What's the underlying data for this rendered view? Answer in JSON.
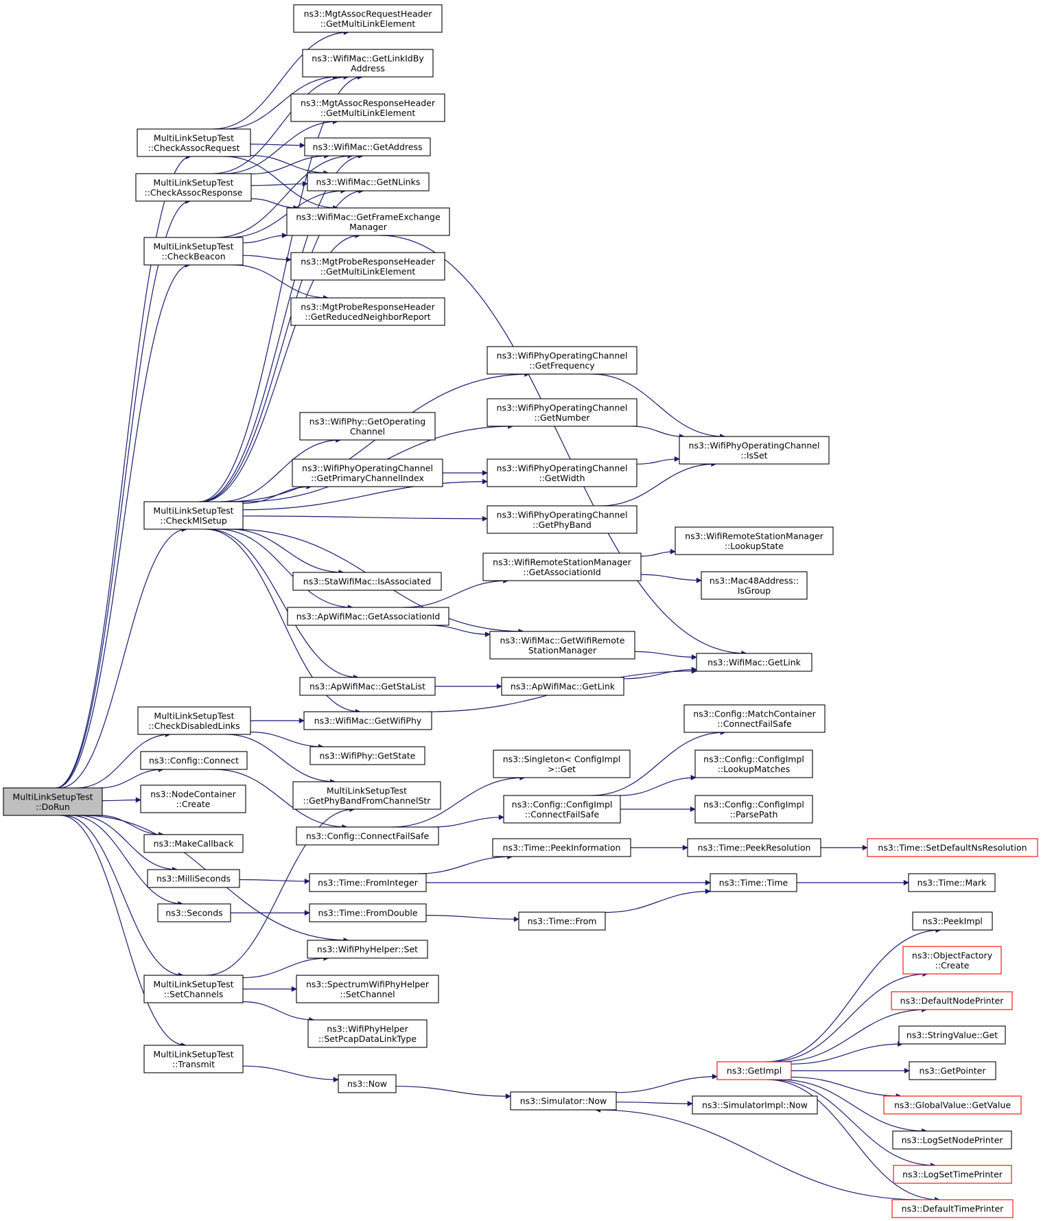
{
  "colors": {
    "edge": "#191970",
    "root_fill": "#bfbfbf",
    "truncated_border": "#ff0000"
  },
  "nodes": [
    {
      "id": "dorun",
      "lines": [
        "MultiLinkSetupTest",
        "::DoRun"
      ],
      "style": "root"
    },
    {
      "id": "mgtreq_ml",
      "lines": [
        "ns3::MgtAssocRequestHeader",
        "::GetMultiLinkElement"
      ]
    },
    {
      "id": "getlinkid",
      "lines": [
        "ns3::WifiMac::GetLinkIdBy",
        "Address"
      ]
    },
    {
      "id": "mgtresp_ml",
      "lines": [
        "ns3::MgtAssocResponseHeader",
        "::GetMultiLinkElement"
      ]
    },
    {
      "id": "getaddr",
      "lines": [
        "ns3::WifiMac::GetAddress"
      ]
    },
    {
      "id": "getnlinks",
      "lines": [
        "ns3::WifiMac::GetNLinks"
      ]
    },
    {
      "id": "getfem",
      "lines": [
        "ns3::WifiMac::GetFrameExchange",
        "Manager"
      ]
    },
    {
      "id": "mgtprobe_ml",
      "lines": [
        "ns3::MgtProbeResponseHeader",
        "::GetMultiLinkElement"
      ]
    },
    {
      "id": "mgtprobe_rnr",
      "lines": [
        "ns3::MgtProbeResponseHeader",
        "::GetReducedNeighborReport"
      ]
    },
    {
      "id": "chkreq",
      "lines": [
        "MultiLinkSetupTest",
        "::CheckAssocRequest"
      ]
    },
    {
      "id": "chkresp",
      "lines": [
        "MultiLinkSetupTest",
        "::CheckAssocResponse"
      ]
    },
    {
      "id": "chkbeacon",
      "lines": [
        "MultiLinkSetupTest",
        "::CheckBeacon"
      ]
    },
    {
      "id": "oc_freq",
      "lines": [
        "ns3::WifiPhyOperatingChannel",
        "::GetFrequency"
      ]
    },
    {
      "id": "oc_num",
      "lines": [
        "ns3::WifiPhyOperatingChannel",
        "::GetNumber"
      ]
    },
    {
      "id": "phy_getoc",
      "lines": [
        "ns3::WifiPhy::GetOperating",
        "Channel"
      ]
    },
    {
      "id": "oc_isset",
      "lines": [
        "ns3::WifiPhyOperatingChannel",
        "::IsSet"
      ]
    },
    {
      "id": "oc_primidx",
      "lines": [
        "ns3::WifiPhyOperatingChannel",
        "::GetPrimaryChannelIndex"
      ]
    },
    {
      "id": "oc_width",
      "lines": [
        "ns3::WifiPhyOperatingChannel",
        "::GetWidth"
      ]
    },
    {
      "id": "chkml",
      "lines": [
        "MultiLinkSetupTest",
        "::CheckMlSetup"
      ]
    },
    {
      "id": "oc_band",
      "lines": [
        "ns3::WifiPhyOperatingChannel",
        "::GetPhyBand"
      ]
    },
    {
      "id": "rsm_lookup",
      "lines": [
        "ns3::WifiRemoteStationManager",
        "::LookupState"
      ]
    },
    {
      "id": "rsm_aid",
      "lines": [
        "ns3::WifiRemoteStationManager",
        "::GetAssociationId"
      ]
    },
    {
      "id": "mac48_isgroup",
      "lines": [
        "ns3::Mac48Address::",
        "IsGroup"
      ]
    },
    {
      "id": "sta_isassoc",
      "lines": [
        "ns3::StaWifiMac::IsAssociated"
      ]
    },
    {
      "id": "ap_aid",
      "lines": [
        "ns3::ApWifiMac::GetAssociationId"
      ]
    },
    {
      "id": "mac_getrsm",
      "lines": [
        "ns3::WifiMac::GetWifiRemote",
        "StationManager"
      ]
    },
    {
      "id": "mac_getlink",
      "lines": [
        "ns3::WifiMac::GetLink"
      ]
    },
    {
      "id": "ap_stalist",
      "lines": [
        "ns3::ApWifiMac::GetStaList"
      ]
    },
    {
      "id": "ap_getlink",
      "lines": [
        "ns3::ApWifiMac::GetLink"
      ]
    },
    {
      "id": "chkdis",
      "lines": [
        "MultiLinkSetupTest",
        "::CheckDisabledLinks"
      ]
    },
    {
      "id": "mac_getphy",
      "lines": [
        "ns3::WifiMac::GetWifiPhy"
      ]
    },
    {
      "id": "cfg_mc_cfs",
      "lines": [
        "ns3::Config::MatchContainer",
        "::ConnectFailSafe"
      ]
    },
    {
      "id": "phy_getstate",
      "lines": [
        "ns3::WifiPhy::GetState"
      ]
    },
    {
      "id": "cfg_connect",
      "lines": [
        "ns3::Config::Connect"
      ]
    },
    {
      "id": "singleton_get",
      "lines": [
        "ns3::Singleton< ConfigImpl",
        ">::Get"
      ]
    },
    {
      "id": "cfgimpl_lookup",
      "lines": [
        "ns3::Config::ConfigImpl",
        "::LookupMatches"
      ]
    },
    {
      "id": "nc_create",
      "lines": [
        "ns3::NodeContainer",
        "::Create"
      ]
    },
    {
      "id": "getband",
      "lines": [
        "MultiLinkSetupTest",
        "::GetPhyBandFromChannelStr"
      ]
    },
    {
      "id": "cfgimpl_cfs",
      "lines": [
        "ns3::Config::ConfigImpl",
        "::ConnectFailSafe"
      ]
    },
    {
      "id": "cfgimpl_parse",
      "lines": [
        "ns3::Config::ConfigImpl",
        "::ParsePath"
      ]
    },
    {
      "id": "cfg_cfs",
      "lines": [
        "ns3::Config::ConnectFailSafe"
      ]
    },
    {
      "id": "makecb",
      "lines": [
        "ns3::MakeCallback"
      ]
    },
    {
      "id": "time_peekinfo",
      "lines": [
        "ns3::Time::PeekInformation"
      ]
    },
    {
      "id": "time_peekres",
      "lines": [
        "ns3::Time::PeekResolution"
      ]
    },
    {
      "id": "time_setdef",
      "lines": [
        "ns3::Time::SetDefaultNsResolution"
      ],
      "style": "trunc"
    },
    {
      "id": "millis",
      "lines": [
        "ns3::MilliSeconds"
      ]
    },
    {
      "id": "time_fromint",
      "lines": [
        "ns3::Time::FromInteger"
      ]
    },
    {
      "id": "time_time",
      "lines": [
        "ns3::Time::Time"
      ]
    },
    {
      "id": "time_mark",
      "lines": [
        "ns3::Time::Mark"
      ]
    },
    {
      "id": "seconds",
      "lines": [
        "ns3::Seconds"
      ]
    },
    {
      "id": "time_fromdbl",
      "lines": [
        "ns3::Time::FromDouble"
      ]
    },
    {
      "id": "time_from",
      "lines": [
        "ns3::Time::From"
      ]
    },
    {
      "id": "peekimpl",
      "lines": [
        "ns3::PeekImpl"
      ]
    },
    {
      "id": "phyhelper_set",
      "lines": [
        "ns3::WifiPhyHelper::Set"
      ]
    },
    {
      "id": "objfactory",
      "lines": [
        "ns3::ObjectFactory",
        "::Create"
      ],
      "style": "trunc"
    },
    {
      "id": "setchannels",
      "lines": [
        "MultiLinkSetupTest",
        "::SetChannels"
      ]
    },
    {
      "id": "spec_setch",
      "lines": [
        "ns3::SpectrumWifiPhyHelper",
        "::SetChannel"
      ]
    },
    {
      "id": "defnodeprinter",
      "lines": [
        "ns3::DefaultNodePrinter"
      ],
      "style": "trunc"
    },
    {
      "id": "phyhelper_pcap",
      "lines": [
        "ns3::WifiPhyHelper",
        "::SetPcapDataLinkType"
      ]
    },
    {
      "id": "strval_get",
      "lines": [
        "ns3::StringValue::Get"
      ]
    },
    {
      "id": "transmit",
      "lines": [
        "MultiLinkSetupTest",
        "::Transmit"
      ]
    },
    {
      "id": "getimpl",
      "lines": [
        "ns3::GetImpl"
      ],
      "style": "trunc"
    },
    {
      "id": "getpointer",
      "lines": [
        "ns3::GetPointer"
      ]
    },
    {
      "id": "now",
      "lines": [
        "ns3::Now"
      ]
    },
    {
      "id": "sim_now",
      "lines": [
        "ns3::Simulator::Now"
      ]
    },
    {
      "id": "simimpl_now",
      "lines": [
        "ns3::SimulatorImpl::Now"
      ]
    },
    {
      "id": "gv_getvalue",
      "lines": [
        "ns3::GlobalValue::GetValue"
      ],
      "style": "trunc"
    },
    {
      "id": "logsetnode",
      "lines": [
        "ns3::LogSetNodePrinter"
      ]
    },
    {
      "id": "logsettime",
      "lines": [
        "ns3::LogSetTimePrinter"
      ],
      "style": "trunc"
    },
    {
      "id": "deftimeprinter",
      "lines": [
        "ns3::DefaultTimePrinter"
      ],
      "style": "trunc"
    }
  ],
  "edges": [
    [
      "dorun",
      "chkreq"
    ],
    [
      "dorun",
      "chkresp"
    ],
    [
      "dorun",
      "chkbeacon"
    ],
    [
      "dorun",
      "chkml"
    ],
    [
      "dorun",
      "chkdis"
    ],
    [
      "dorun",
      "cfg_connect"
    ],
    [
      "dorun",
      "nc_create"
    ],
    [
      "dorun",
      "makecb"
    ],
    [
      "dorun",
      "millis"
    ],
    [
      "dorun",
      "seconds"
    ],
    [
      "dorun",
      "phyhelper_set"
    ],
    [
      "dorun",
      "setchannels"
    ],
    [
      "dorun",
      "transmit"
    ],
    [
      "chkreq",
      "mgtreq_ml"
    ],
    [
      "chkreq",
      "getlinkid"
    ],
    [
      "chkreq",
      "getaddr"
    ],
    [
      "chkreq",
      "getnlinks"
    ],
    [
      "chkreq",
      "getfem"
    ],
    [
      "chkresp",
      "mgtresp_ml"
    ],
    [
      "chkresp",
      "getlinkid"
    ],
    [
      "chkresp",
      "getaddr"
    ],
    [
      "chkresp",
      "getnlinks"
    ],
    [
      "chkresp",
      "getfem"
    ],
    [
      "chkbeacon",
      "getaddr"
    ],
    [
      "chkbeacon",
      "getnlinks"
    ],
    [
      "chkbeacon",
      "getfem"
    ],
    [
      "chkbeacon",
      "mgtprobe_ml"
    ],
    [
      "chkbeacon",
      "mgtprobe_rnr"
    ],
    [
      "getfem",
      "mac_getlink"
    ],
    [
      "chkml",
      "getlinkid"
    ],
    [
      "chkml",
      "getaddr"
    ],
    [
      "chkml",
      "getnlinks"
    ],
    [
      "chkml",
      "getfem"
    ],
    [
      "chkml",
      "oc_freq"
    ],
    [
      "chkml",
      "oc_num"
    ],
    [
      "chkml",
      "phy_getoc"
    ],
    [
      "chkml",
      "oc_primidx"
    ],
    [
      "chkml",
      "oc_width"
    ],
    [
      "chkml",
      "oc_band"
    ],
    [
      "chkml",
      "sta_isassoc"
    ],
    [
      "chkml",
      "ap_aid"
    ],
    [
      "chkml",
      "mac_getrsm"
    ],
    [
      "chkml",
      "ap_stalist"
    ],
    [
      "chkml",
      "mac_getphy"
    ],
    [
      "oc_freq",
      "oc_isset"
    ],
    [
      "oc_num",
      "oc_isset"
    ],
    [
      "oc_width",
      "oc_isset"
    ],
    [
      "oc_band",
      "oc_isset"
    ],
    [
      "oc_primidx",
      "oc_width"
    ],
    [
      "rsm_aid",
      "rsm_lookup"
    ],
    [
      "rsm_aid",
      "mac48_isgroup"
    ],
    [
      "ap_aid",
      "rsm_aid"
    ],
    [
      "ap_aid",
      "mac_getrsm"
    ],
    [
      "mac_getrsm",
      "mac_getlink"
    ],
    [
      "ap_stalist",
      "ap_getlink"
    ],
    [
      "ap_getlink",
      "mac_getlink"
    ],
    [
      "mac_getphy",
      "mac_getlink"
    ],
    [
      "chkdis",
      "mac_getphy"
    ],
    [
      "chkdis",
      "phy_getstate"
    ],
    [
      "chkdis",
      "getband"
    ],
    [
      "cfg_connect",
      "cfg_cfs"
    ],
    [
      "cfg_cfs",
      "singleton_get"
    ],
    [
      "cfg_cfs",
      "cfgimpl_cfs"
    ],
    [
      "cfgimpl_cfs",
      "cfg_mc_cfs"
    ],
    [
      "cfgimpl_cfs",
      "cfgimpl_lookup"
    ],
    [
      "cfgimpl_cfs",
      "cfgimpl_parse"
    ],
    [
      "millis",
      "time_fromint"
    ],
    [
      "seconds",
      "time_fromdbl"
    ],
    [
      "time_fromint",
      "time_peekinfo"
    ],
    [
      "time_fromint",
      "time_time"
    ],
    [
      "time_peekinfo",
      "time_peekres"
    ],
    [
      "time_peekres",
      "time_setdef"
    ],
    [
      "time_time",
      "time_mark"
    ],
    [
      "time_fromdbl",
      "time_from"
    ],
    [
      "time_from",
      "time_time"
    ],
    [
      "setchannels",
      "getband"
    ],
    [
      "setchannels",
      "phyhelper_set"
    ],
    [
      "setchannels",
      "spec_setch"
    ],
    [
      "setchannels",
      "phyhelper_pcap"
    ],
    [
      "transmit",
      "now"
    ],
    [
      "now",
      "sim_now"
    ],
    [
      "sim_now",
      "getimpl"
    ],
    [
      "sim_now",
      "simimpl_now"
    ],
    [
      "getimpl",
      "peekimpl"
    ],
    [
      "getimpl",
      "objfactory"
    ],
    [
      "getimpl",
      "defnodeprinter"
    ],
    [
      "getimpl",
      "strval_get"
    ],
    [
      "getimpl",
      "getpointer"
    ],
    [
      "getimpl",
      "gv_getvalue"
    ],
    [
      "getimpl",
      "logsetnode"
    ],
    [
      "getimpl",
      "logsettime"
    ],
    [
      "getimpl",
      "deftimeprinter"
    ],
    [
      "deftimeprinter",
      "sim_now"
    ]
  ]
}
